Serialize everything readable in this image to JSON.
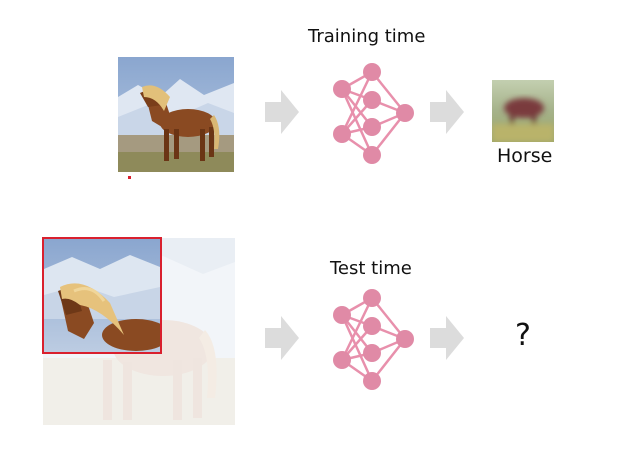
{
  "training": {
    "title": "Training time",
    "output_label": "Horse"
  },
  "test": {
    "title": "Test time",
    "output_label": "?"
  },
  "colors": {
    "node": "#e08aa6",
    "edge": "#e890ac",
    "arrow": "#dcdcdc",
    "crop_border": "#d9202e",
    "text": "#111111"
  }
}
